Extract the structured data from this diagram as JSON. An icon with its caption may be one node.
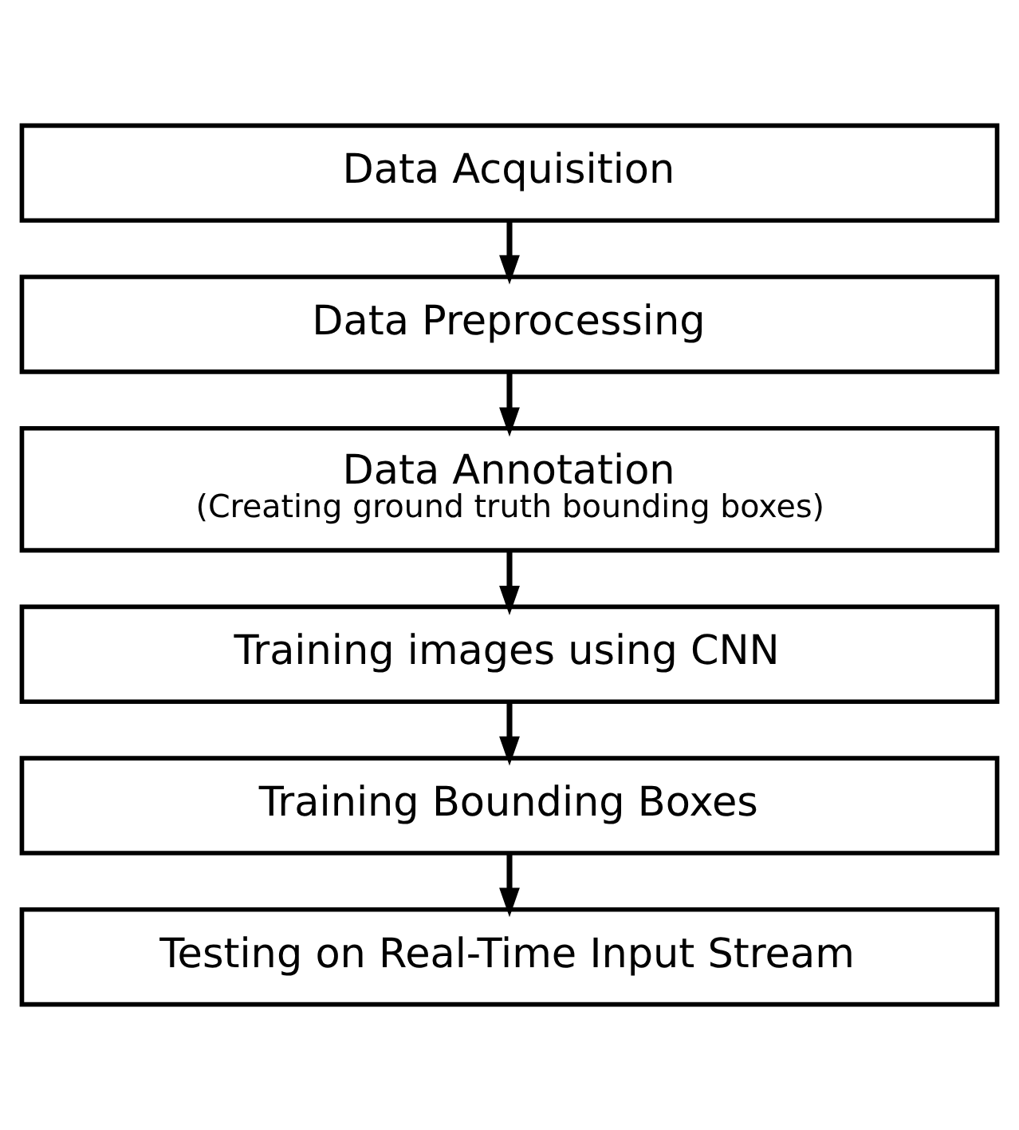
{
  "diagram": {
    "nodes": [
      {
        "text": [
          "Data Acquisition"
        ]
      },
      {
        "text": [
          "Data Preprocessing"
        ]
      },
      {
        "text": [
          "Data Annotation",
          "(Creating ground truth bounding boxes)"
        ]
      },
      {
        "text": [
          "Training images using CNN"
        ]
      },
      {
        "text": [
          "Training Bounding Boxes"
        ]
      },
      {
        "text": [
          "Testing on Real-Time Input Stream"
        ]
      }
    ],
    "edges": [
      {
        "from": 0,
        "to": 1,
        "arrow": "to"
      },
      {
        "from": 1,
        "to": 2,
        "arrow": "to"
      },
      {
        "from": 2,
        "to": 3,
        "arrow": "to"
      },
      {
        "from": 3,
        "to": 4,
        "arrow": "to"
      },
      {
        "from": 4,
        "to": 5,
        "arrow": "to"
      }
    ]
  }
}
